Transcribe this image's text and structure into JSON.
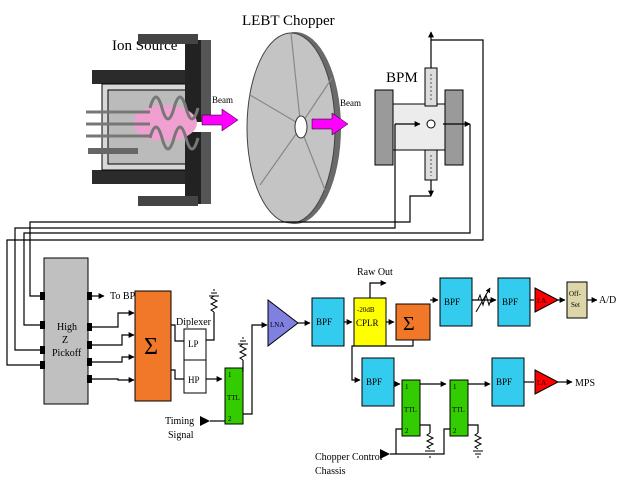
{
  "labels": {
    "ion_source": "Ion Source",
    "lebt_chopper": "LEBT Chopper",
    "bpm": "BPM",
    "beam_1": "Beam",
    "beam_2": "Beam",
    "to_bpm": "To BPM",
    "pickoff": [
      "High",
      "Z",
      "Pickoff"
    ],
    "sigma_symbol": "Σ",
    "diplexer": "Diplexer",
    "lp": "LP",
    "hp": "HP",
    "timing_signal": [
      "Timing",
      "Signal"
    ],
    "lna": "LNA",
    "bpf": "BPF",
    "raw_out": "Raw Out",
    "cplr": [
      "-20dB",
      "CPLR"
    ],
    "la": "LA",
    "offset": [
      "Off-",
      "Set"
    ],
    "a_d": "A/D",
    "mps": "MPS",
    "ttl": "TTL",
    "pin_1": "1",
    "pin_2": "2",
    "chopper_control": [
      "Chopper Control",
      "Chassis"
    ]
  },
  "colors": {
    "pickoff": "#c0c0c0",
    "sigma": "#f07828",
    "lna": "#8080e0",
    "bpf": "#33ccee",
    "cplr": "#ffff00",
    "ttl": "#33cc00",
    "la": "#ff0000",
    "offset": "#ddd6a8",
    "beam_arrow": "#ff00ff",
    "bpm_body": "#9a9a9a"
  }
}
